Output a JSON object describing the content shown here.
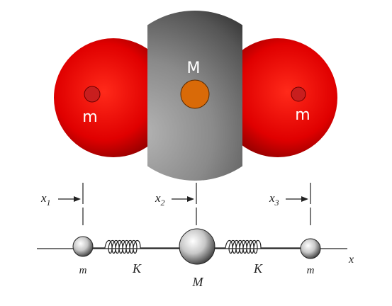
{
  "molecule": {
    "center_label": "M",
    "left_label": "m",
    "right_label": "m",
    "colors": {
      "oxygen": "#e00000",
      "carbon": "#888888",
      "center_marker": "#d96a08",
      "side_marker": "#c81e1e",
      "label": "#ffffff"
    }
  },
  "spring_model": {
    "position_labels": [
      {
        "symbol": "x",
        "sub": "1"
      },
      {
        "symbol": "x",
        "sub": "2"
      },
      {
        "symbol": "x",
        "sub": "3"
      }
    ],
    "mass_labels": [
      "m",
      "M",
      "m"
    ],
    "spring_labels": [
      "K",
      "K"
    ],
    "axis_label": "x"
  }
}
